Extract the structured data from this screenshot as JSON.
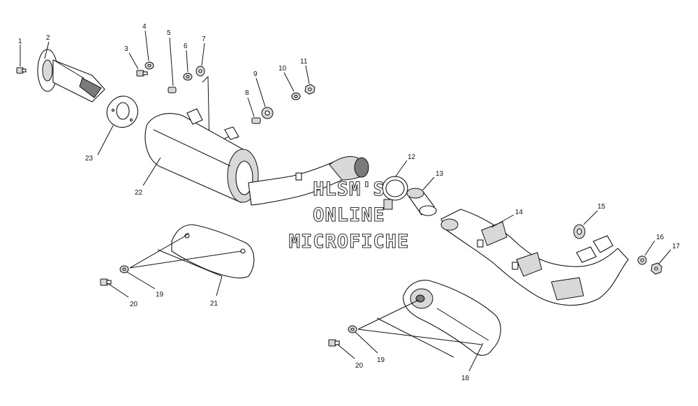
{
  "watermark": {
    "line1": "HLSM'S",
    "line2": "ONLINE",
    "line3": "MICROFICHE"
  },
  "callouts": {
    "c1": "1",
    "c2": "2",
    "c3": "3",
    "c4": "4",
    "c5": "5",
    "c6": "6",
    "c7": "7",
    "c8": "8",
    "c9": "9",
    "c10": "10",
    "c11": "11",
    "c12": "12",
    "c13": "13",
    "c14": "14",
    "c15": "15",
    "c16": "16",
    "c17": "17",
    "c18": "18",
    "c19a": "19",
    "c19b": "19",
    "c20a": "20",
    "c20b": "20",
    "c21": "21",
    "c22": "22",
    "c23": "23"
  }
}
